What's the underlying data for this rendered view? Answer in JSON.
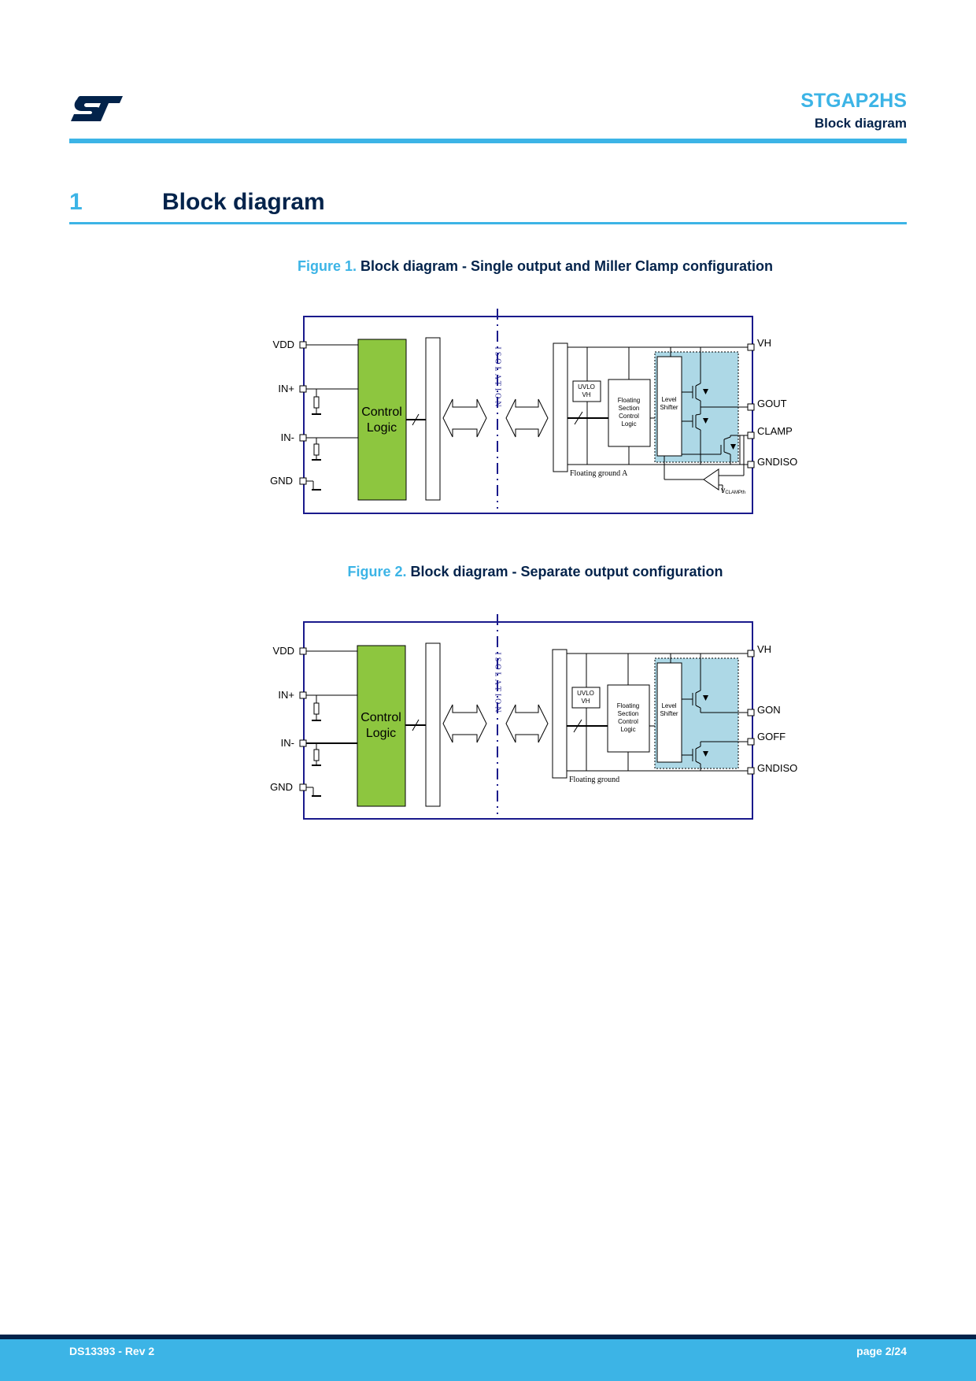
{
  "header": {
    "brand_logo": "ST",
    "product": "STGAP2HS",
    "section_label": "Block diagram"
  },
  "section": {
    "number": "1",
    "title": "Block diagram"
  },
  "figures": [
    {
      "label": "Figure 1.",
      "caption": "Block diagram - Single output and Miller Clamp configuration",
      "left_pins": [
        "VDD",
        "IN+",
        "IN-",
        "GND"
      ],
      "right_pins": [
        "VH",
        "GOUT",
        "CLAMP",
        "GNDISO"
      ],
      "control_logic": [
        "Control",
        "Logic"
      ],
      "isolation": "ISOLATION",
      "uvlo": [
        "UVLO",
        "VH"
      ],
      "floating_logic": [
        "Floating",
        "Section",
        "Control",
        "Logic"
      ],
      "level_shifter": [
        "Level",
        "Shifter"
      ],
      "ground_label": "Floating ground A",
      "vclamp_main": "V",
      "vclamp_sub": "CLAMPth"
    },
    {
      "label": "Figure 2.",
      "caption": "Block diagram - Separate output configuration",
      "left_pins": [
        "VDD",
        "IN+",
        "IN-",
        "GND"
      ],
      "right_pins": [
        "VH",
        "GON",
        "GOFF",
        "GNDISO"
      ],
      "control_logic": [
        "Control",
        "Logic"
      ],
      "isolation": "ISOLATION",
      "uvlo": [
        "UVLO",
        "VH"
      ],
      "floating_logic": [
        "Floating",
        "Section",
        "Control",
        "Logic"
      ],
      "level_shifter": [
        "Level",
        "Shifter"
      ],
      "ground_label": "Floating ground"
    }
  ],
  "footer": {
    "doc_id": "DS13393 - Rev 2",
    "page": "page 2/24"
  },
  "colors": {
    "st_blue": "#3cb4e6",
    "st_dark": "#03234b",
    "control_logic": "#8dc63f",
    "output_stage": "#add8e6"
  }
}
